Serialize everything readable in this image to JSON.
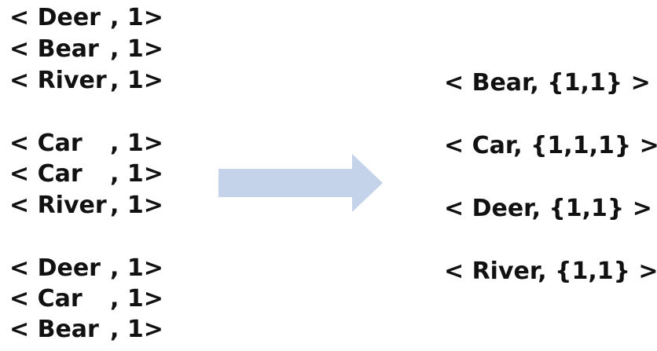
{
  "colors": {
    "arrow": "#c5d3ea",
    "text": "#111111",
    "background": "#ffffff"
  },
  "groups": [
    {
      "pairs": [
        {
          "key": "< Deer",
          "value": ", 1>"
        },
        {
          "key": "< Bear",
          "value": ", 1>"
        },
        {
          "key": "< River",
          "value": ", 1>"
        }
      ]
    },
    {
      "pairs": [
        {
          "key": "< Car",
          "value": ", 1>"
        },
        {
          "key": "< Car",
          "value": ", 1>"
        },
        {
          "key": "< River",
          "value": ", 1>"
        }
      ]
    },
    {
      "pairs": [
        {
          "key": "< Deer",
          "value": ", 1>"
        },
        {
          "key": "< Car",
          "value": ", 1>"
        },
        {
          "key": "< Bear",
          "value": ", 1>"
        }
      ]
    }
  ],
  "results": [
    "< Bear, {1,1} >",
    "< Car, {1,1,1} >",
    "< Deer, {1,1} >",
    "< River, {1,1} >"
  ],
  "arrow_icon": "right-arrow-icon"
}
